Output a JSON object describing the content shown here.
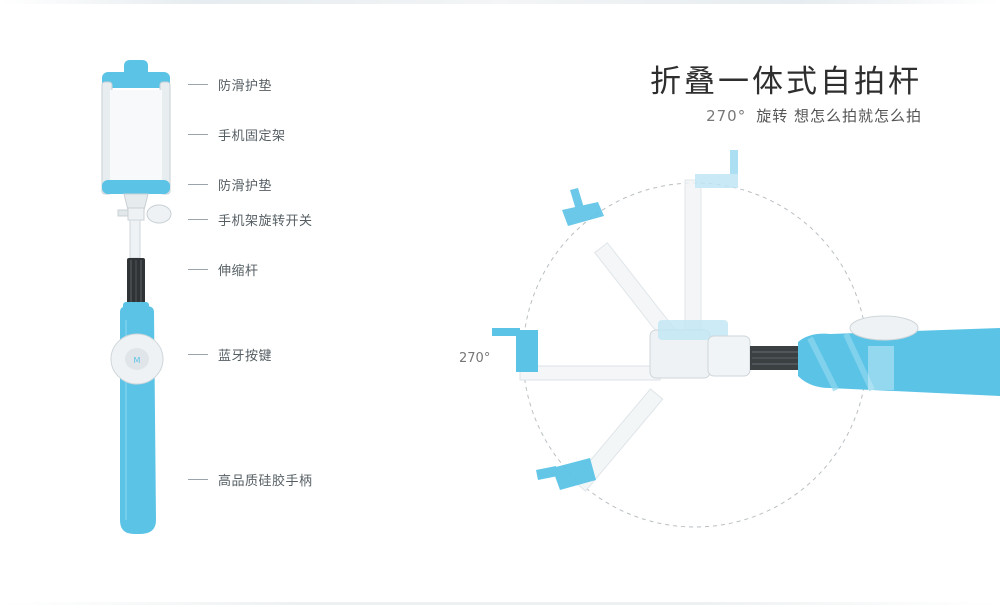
{
  "heading": {
    "title": "折叠一体式自拍杆",
    "subtitle_degree": "270°",
    "subtitle_text": "旋转 想怎么拍就怎么拍"
  },
  "callouts": [
    {
      "label": "防滑护垫"
    },
    {
      "label": "手机固定架"
    },
    {
      "label": "防滑护垫"
    },
    {
      "label": "手机架旋转开关"
    },
    {
      "label": "伸缩杆"
    },
    {
      "label": "蓝牙按键"
    },
    {
      "label": "高品质硅胶手柄"
    }
  ],
  "rotation_diagram": {
    "angle_label": "270°"
  },
  "colors": {
    "accent_blue": "#5bc3e6",
    "clamp_white": "#eef2f4",
    "text_dark": "#2e2e2e",
    "text_gray": "#555e63"
  }
}
